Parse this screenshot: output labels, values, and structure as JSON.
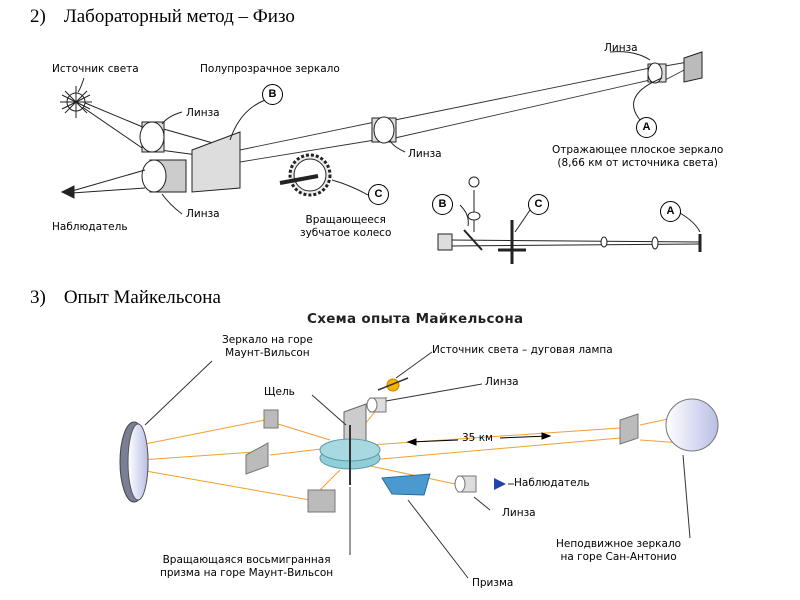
{
  "section2": {
    "number": "2)",
    "title": "Лабораторный метод – Физо"
  },
  "section3": {
    "number": "3)",
    "title": "Опыт Майкельсона"
  },
  "fizeau": {
    "light_source": "Источник света",
    "semi_mirror": "Полупрозрачное зеркало",
    "lens_top_right": "Линза",
    "lens_upper_left": "Линза",
    "lens_middle": "Линза",
    "lens_lower_left": "Линза",
    "observer": "Наблюдатель",
    "flat_mirror_line1": "Отражающее плоское зеркало",
    "flat_mirror_line2": "(8,66 км от источника света)",
    "wheel_line1": "Вращающееся",
    "wheel_line2": "зубчатое колесо",
    "badge_a": "A",
    "badge_b": "B",
    "badge_c": "C"
  },
  "michelson": {
    "title": "Схема опыта Майкельсона",
    "mirror_wilson_line1": "Зеркало на горе",
    "mirror_wilson_line2": "Маунт-Вильсон",
    "lamp": "Источник света – дуговая лампа",
    "lens_top": "Линза",
    "slit": "Щель",
    "distance": "35 км",
    "observer": "Наблюдатель",
    "lens_bottom": "Линза",
    "prism_line1": "Вращающаяся восьмигранная",
    "prism_line2": "призма на горе Маунт-Вильсон",
    "fixed_mirror_line1": "Неподвижное зеркало",
    "fixed_mirror_line2": "на горе Сан-Антонио",
    "prism": "Призма",
    "beam_color": "#f0a030",
    "optics_color": "#a8d8e0"
  }
}
